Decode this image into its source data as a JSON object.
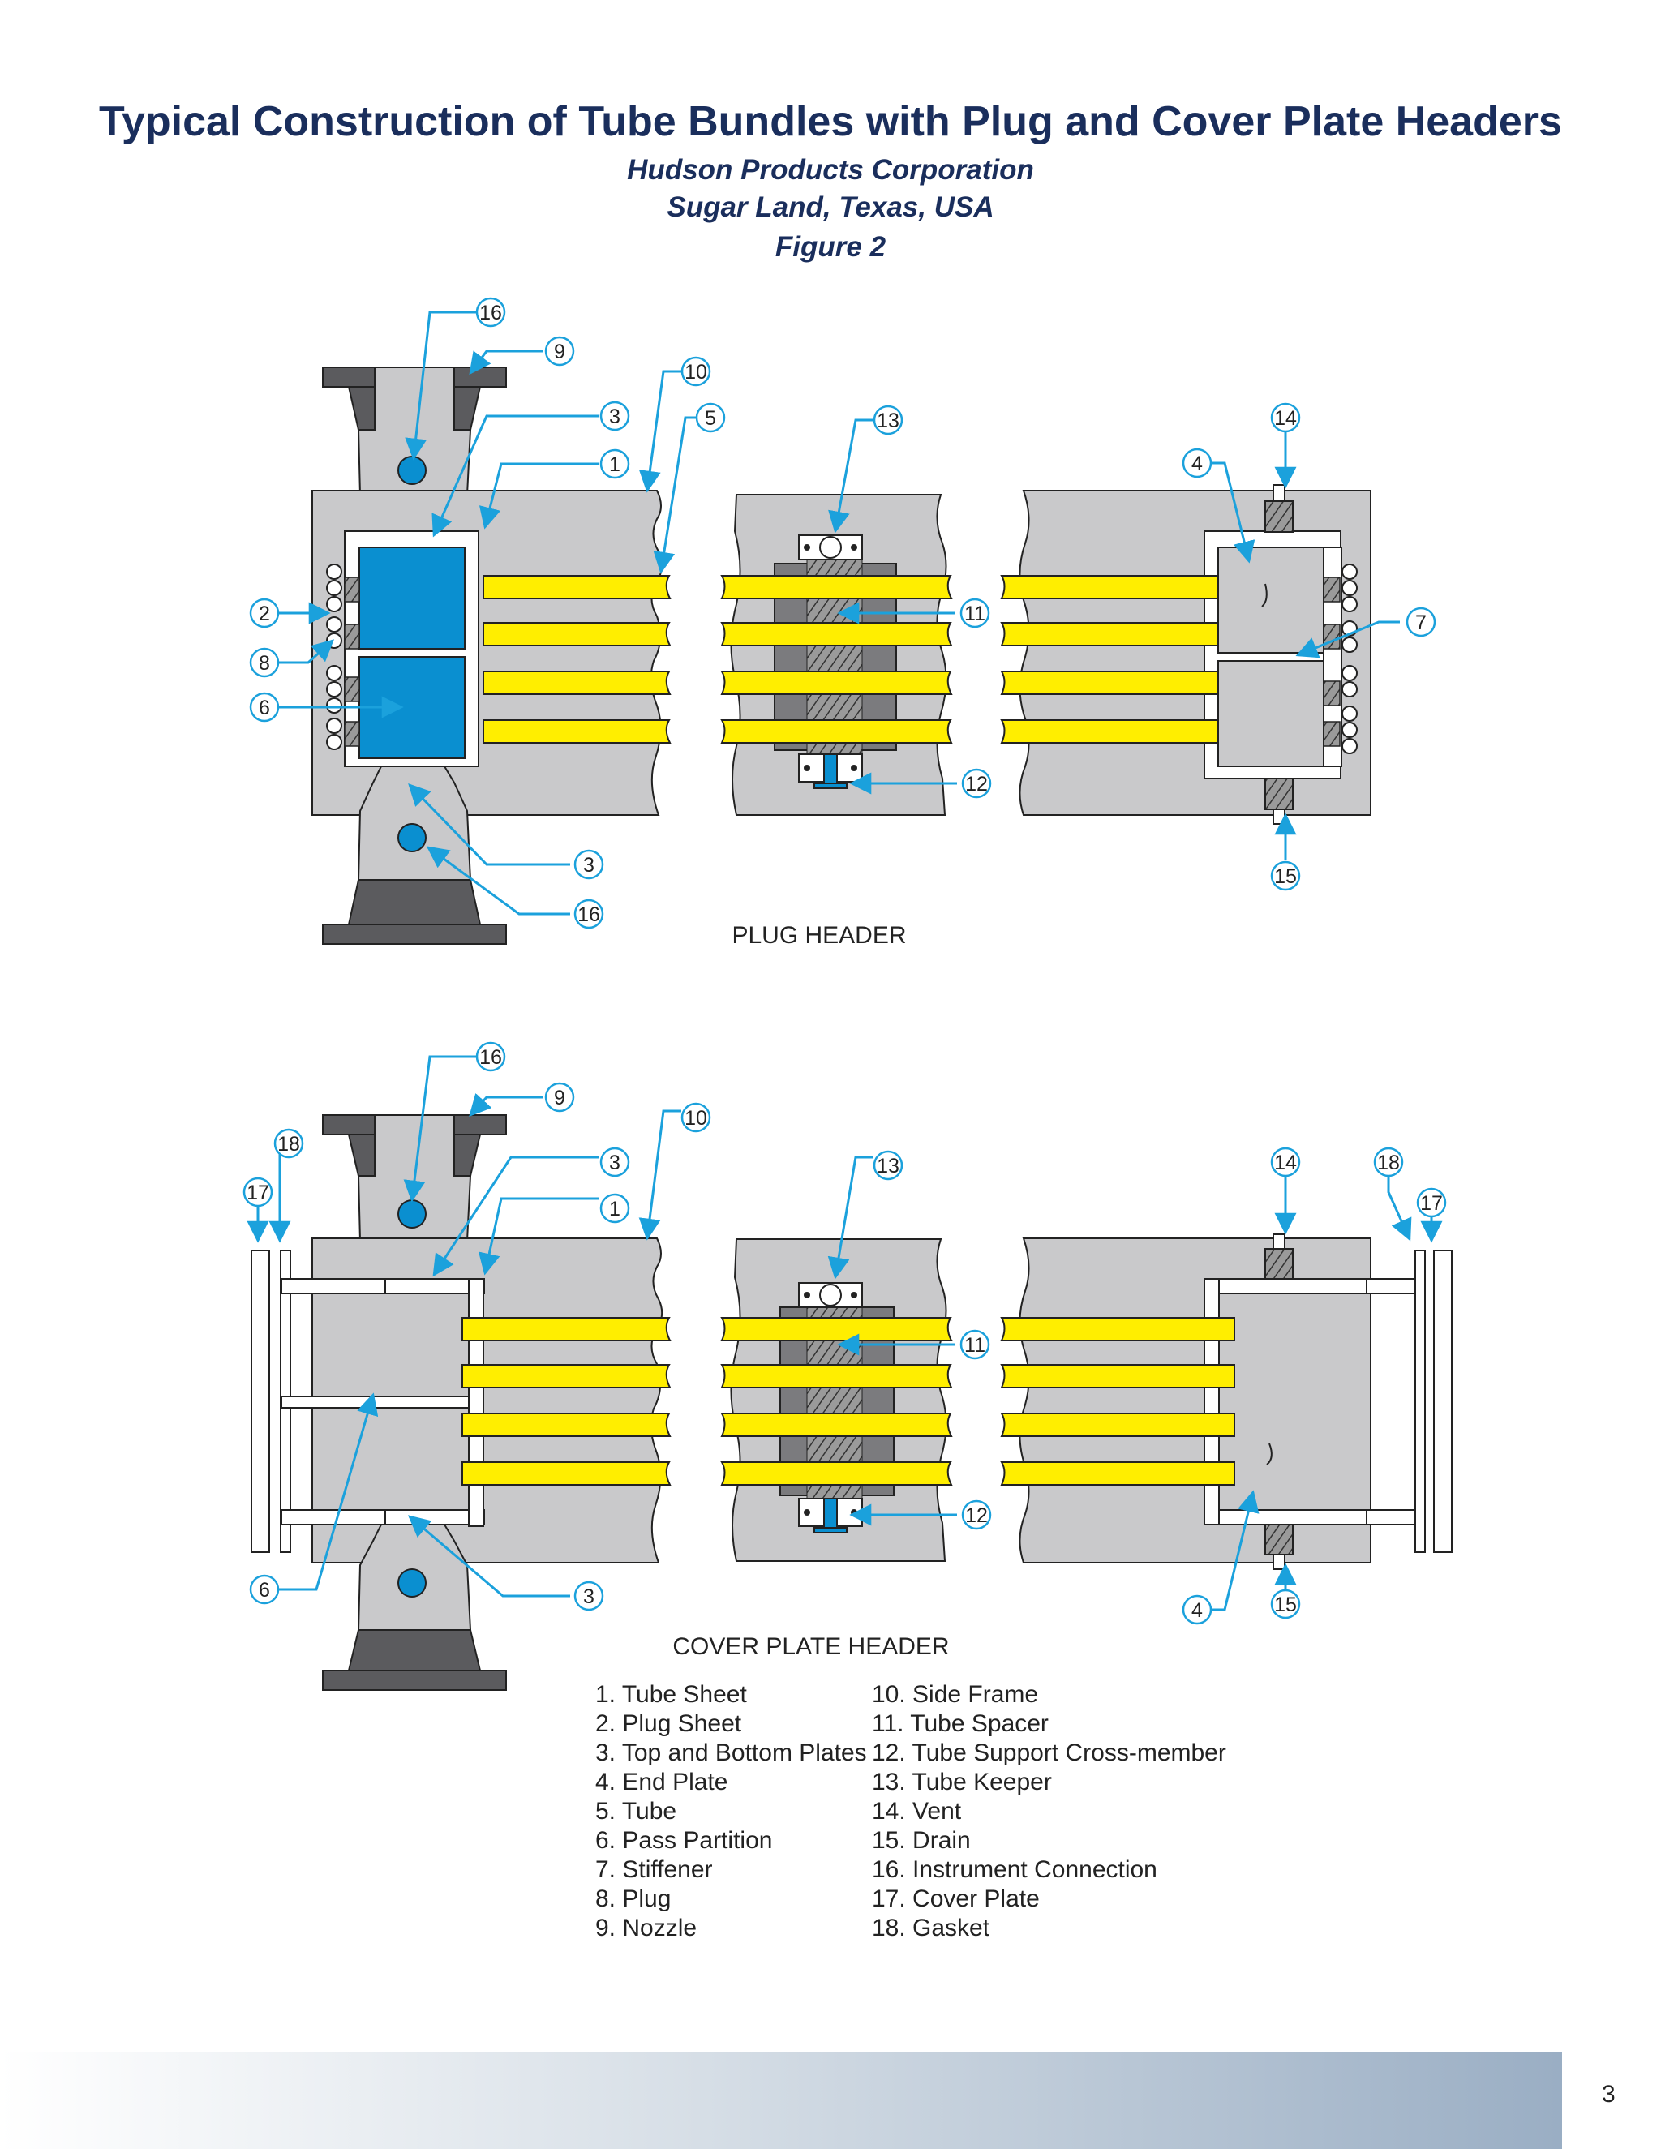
{
  "header": {
    "title": "Typical Construction of Tube Bundles with Plug and Cover Plate Headers",
    "company": "Hudson Products Corporation",
    "location": "Sugar Land, Texas, USA",
    "figure": "Figure 2"
  },
  "diagrams": {
    "plug_header_caption": "PLUG HEADER",
    "cover_plate_header_caption": "COVER PLATE HEADER"
  },
  "legend": {
    "left": [
      "1. Tube Sheet",
      "2. Plug Sheet",
      "3. Top and Bottom Plates",
      "4. End Plate",
      "5. Tube",
      "6. Pass Partition",
      "7. Stiffener",
      "8. Plug",
      "9. Nozzle"
    ],
    "right": [
      "10. Side Frame",
      "11. Tube Spacer",
      "12. Tube Support Cross-member",
      "13. Tube Keeper",
      "14. Vent",
      "15. Drain",
      "16. Instrument Connection",
      "17. Cover Plate",
      "18. Gasket"
    ]
  },
  "callouts": {
    "top": [
      "16",
      "9",
      "10",
      "3",
      "5",
      "1",
      "13",
      "14",
      "4",
      "2",
      "11",
      "7",
      "8",
      "6",
      "12",
      "3",
      "15",
      "16"
    ],
    "bottom": [
      "16",
      "9",
      "10",
      "18",
      "3",
      "13",
      "14",
      "18",
      "1",
      "17",
      "17",
      "11",
      "12",
      "6",
      "3",
      "4",
      "15"
    ]
  },
  "colors": {
    "title": "#1a2e5c",
    "tube_yellow": "#ffee00",
    "header_blue": "#0a8fd0",
    "frame_gray": "#c9c9cb",
    "nozzle_dark": "#5b5b5e",
    "callout_blue": "#1ba1dc",
    "footer_gradient_end": "#9aaec4"
  },
  "page": {
    "number": "3"
  }
}
